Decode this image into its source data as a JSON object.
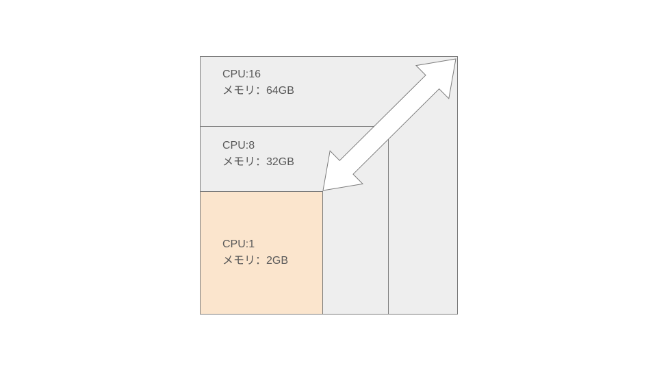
{
  "diagram": {
    "instances": [
      {
        "id": "large",
        "cpu": "CPU:16",
        "memory": "メモリ：64GB"
      },
      {
        "id": "medium",
        "cpu": "CPU:8",
        "memory": "メモリ：32GB"
      },
      {
        "id": "small",
        "cpu": "CPU:1",
        "memory": "メモリ：2GB"
      }
    ],
    "colors": {
      "box_fill": "#eeeeee",
      "highlight_fill": "#fbe5cd",
      "border": "#7a7a7a",
      "text": "#595959",
      "arrow_fill": "#ffffff",
      "arrow_stroke": "#7a7a7a"
    },
    "arrow": {
      "type": "double-headed",
      "direction": "diagonal"
    }
  }
}
